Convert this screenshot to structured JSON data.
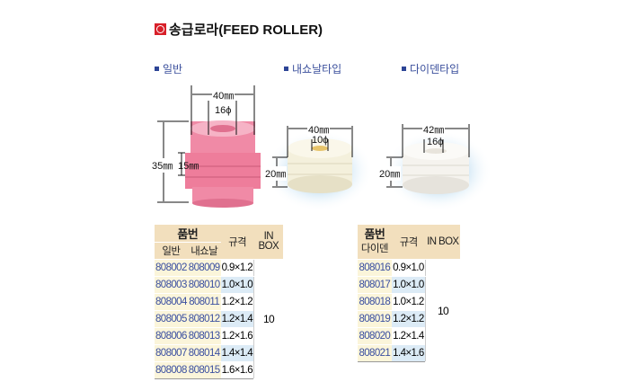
{
  "title": "송급로라(FEED ROLLER)",
  "sections": [
    "일반",
    "내쇼날타입",
    "다이덴타입"
  ],
  "dimensions": {
    "general": {
      "width": "40㎜",
      "bore": "16ϕ",
      "height": "35㎜",
      "groove": "15㎜"
    },
    "national": {
      "width": "40㎜",
      "bore": "10ϕ",
      "height": "20㎜"
    },
    "daiden": {
      "width": "42㎜",
      "bore": "16ϕ",
      "height": "20㎜"
    }
  },
  "colors": {
    "general_roller": "#ef7f9e",
    "white_roller": "#f6f2e6",
    "accent": "#2d4596",
    "logo": "#d8202a"
  },
  "table_left": {
    "header_part": "품번",
    "header_general": "일반",
    "header_national": "내쇼날",
    "header_spec": "규격",
    "header_inbox": "IN BOX",
    "inbox": "10",
    "rows": [
      {
        "general": "808002",
        "national": "808009",
        "spec": "0.9×1.2"
      },
      {
        "general": "808003",
        "national": "808010",
        "spec": "1.0×1.0"
      },
      {
        "general": "808004",
        "national": "808011",
        "spec": "1.2×1.2"
      },
      {
        "general": "808005",
        "national": "808012",
        "spec": "1.2×1.4"
      },
      {
        "general": "808006",
        "national": "808013",
        "spec": "1.2×1.6"
      },
      {
        "general": "808007",
        "national": "808014",
        "spec": "1.4×1.4"
      },
      {
        "general": "808008",
        "national": "808015",
        "spec": "1.6×1.6"
      }
    ]
  },
  "table_right": {
    "header_part": "품번",
    "header_daiden": "다이덴",
    "header_spec": "규격",
    "header_inbox": "IN BOX",
    "inbox": "10",
    "rows": [
      {
        "code": "808016",
        "spec": "0.9×1.0"
      },
      {
        "code": "808017",
        "spec": "1.0×1.0"
      },
      {
        "code": "808018",
        "spec": "1.0×1.2"
      },
      {
        "code": "808019",
        "spec": "1.2×1.2"
      },
      {
        "code": "808020",
        "spec": "1.2×1.4"
      },
      {
        "code": "808021",
        "spec": "1.4×1.6"
      }
    ]
  }
}
